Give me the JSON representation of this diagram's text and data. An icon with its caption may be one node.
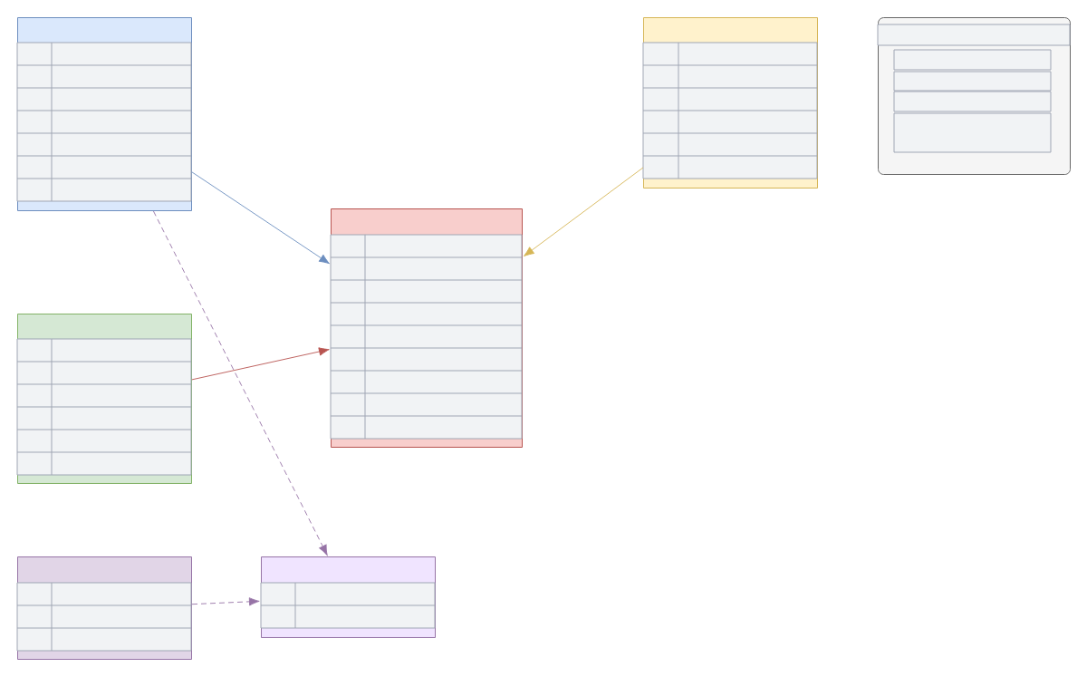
{
  "diagram": {
    "nodes": [
      {
        "text": [],
        "shape": "box"
      },
      {
        "text": [],
        "shape": "box"
      },
      {
        "text": [],
        "shape": "box"
      },
      {
        "text": [],
        "shape": "box"
      },
      {
        "text": [],
        "shape": "box"
      },
      {
        "text": [],
        "shape": "box"
      },
      {
        "text": [],
        "shape": "box"
      }
    ],
    "edges": [
      {
        "from": 0,
        "to": 3,
        "arrow": "to",
        "color": "#6c8ebf"
      },
      {
        "from": 4,
        "to": 3,
        "arrow": "to",
        "color": "#b85450"
      },
      {
        "from": 1,
        "to": 3,
        "arrow": "to",
        "color": "#d6b656"
      },
      {
        "from": 0,
        "to": 6,
        "arrow": "to",
        "style": "dashed",
        "color": "#9673a6"
      },
      {
        "from": 5,
        "to": 6,
        "arrow": "to",
        "style": "dashed",
        "color": "#9673a6"
      }
    ]
  }
}
